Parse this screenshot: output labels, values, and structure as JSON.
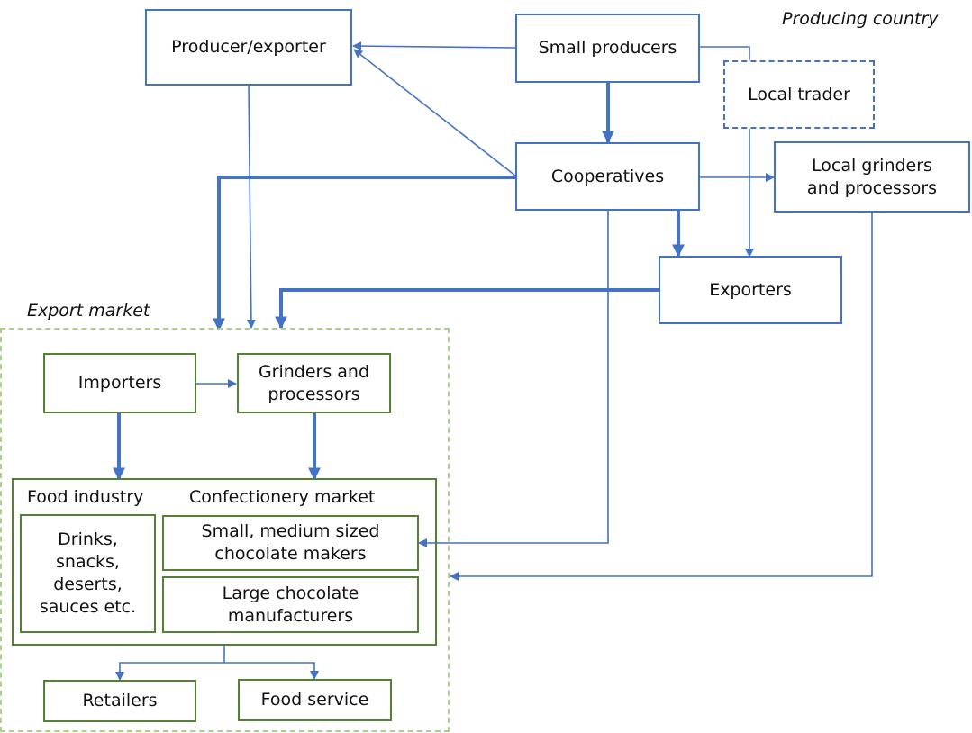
{
  "regions": {
    "producing_country": "Producing country",
    "export_market": "Export market"
  },
  "nodes": {
    "producer_exporter": "Producer/exporter",
    "small_producers": "Small producers",
    "local_trader": "Local trader",
    "cooperatives": "Cooperatives",
    "local_grinders": "Local grinders\nand processors",
    "exporters": "Exporters",
    "importers": "Importers",
    "grinders_processors": "Grinders and\nprocessors",
    "food_industry": "Food industry",
    "confectionery_market": "Confectionery market",
    "drinks_snacks": "Drinks,\nsnacks,\ndeserts,\nsauces etc.",
    "small_chocolate_makers": "Small, medium sized\nchocolate makers",
    "large_chocolate_manufacturers": "Large chocolate\nmanufacturers",
    "retailers": "Retailers",
    "food_service": "Food service"
  },
  "colors": {
    "arrow": "#4472c4",
    "producing_box_border": "#4472c4",
    "market_box_border": "#548235",
    "market_region_border": "#a9d18e"
  }
}
